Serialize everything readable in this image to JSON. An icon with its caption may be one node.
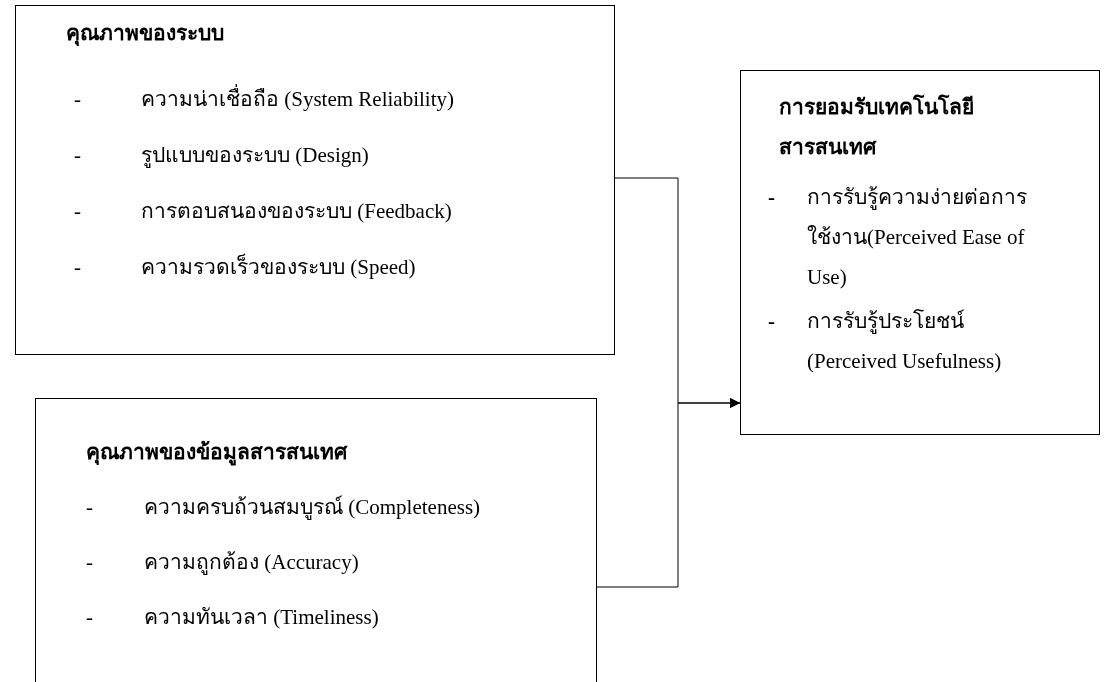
{
  "diagram": {
    "nodes": [
      {
        "text": [
          "คุณภาพของระบบ",
          "-",
          "ความน่าเชื่อถือ (System Reliability)",
          "-",
          "รูปแบบของระบบ (Design)",
          "-",
          "การตอบสนองของระบบ (Feedback)",
          "-",
          "ความรวดเร็วของระบบ (Speed)"
        ]
      },
      {
        "text": [
          "คุณภาพของข้อมูลสารสนเทศ",
          "-",
          "ความครบถ้วนสมบูรณ์ (Completeness)",
          "-",
          "ความถูกต้อง (Accuracy)",
          "-",
          "ความทันเวลา (Timeliness)"
        ]
      },
      {
        "text": [
          "การยอมรับเทคโนโลยีสารสนเทศ",
          "-",
          "การรับรู้ความง่ายต่อการใช้งาน(Perceived Ease of Use)",
          "-",
          "การรับรู้ประโยชน์ (Perceived Usefulness)"
        ]
      }
    ],
    "edges": [
      {
        "from": 0,
        "to": 2,
        "arrow": "to"
      },
      {
        "from": 1,
        "to": 2,
        "arrow": "to"
      }
    ]
  }
}
